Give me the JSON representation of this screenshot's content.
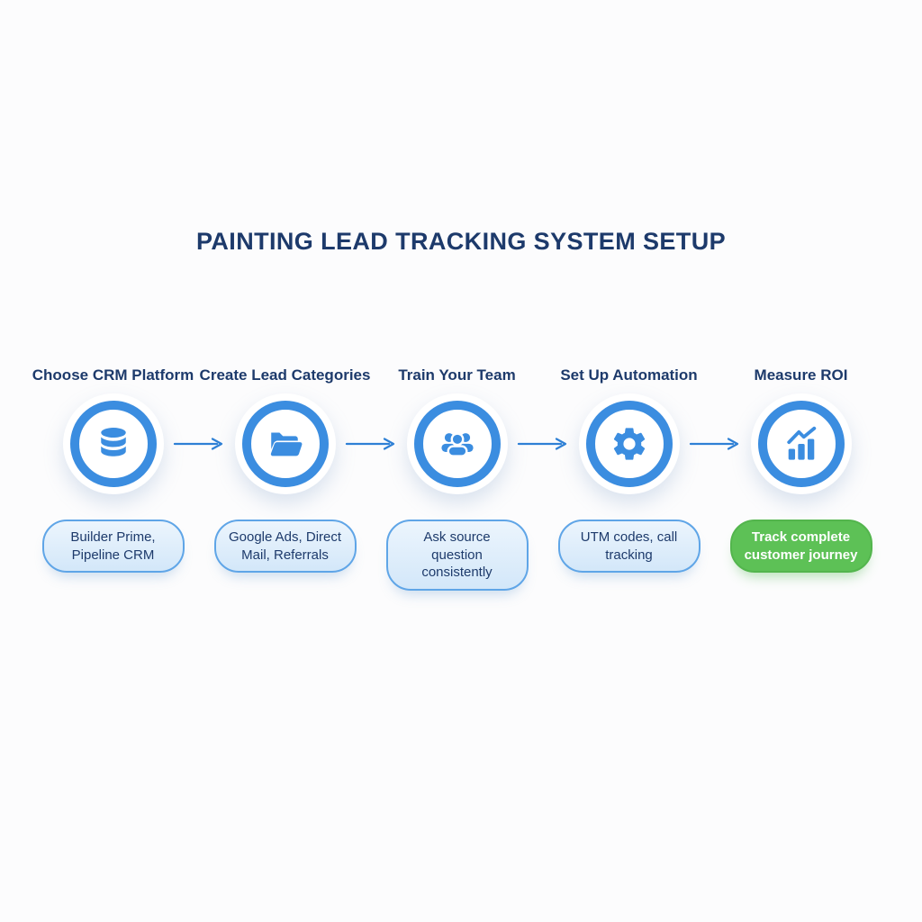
{
  "title": "PAINTING LEAD TRACKING SYSTEM SETUP",
  "steps": [
    {
      "label": "Choose CRM Platform",
      "icon": "database-icon",
      "note": "Builder Prime, Pipeline CRM",
      "note_variant": "blue"
    },
    {
      "label": "Create Lead Categories",
      "icon": "folder-icon",
      "note": "Google Ads, Direct Mail, Referrals",
      "note_variant": "blue"
    },
    {
      "label": "Train Your Team",
      "icon": "team-icon",
      "note": "Ask source question consistently",
      "note_variant": "blue"
    },
    {
      "label": "Set Up Automation",
      "icon": "gear-icon",
      "note": "UTM codes, call tracking",
      "note_variant": "blue"
    },
    {
      "label": "Measure ROI",
      "icon": "chart-icon",
      "note": "Track complete customer journey",
      "note_variant": "green"
    }
  ],
  "colors": {
    "accent_blue": "#3b8de0",
    "arrow_blue": "#2f80d5",
    "navy_text": "#1d3a6b",
    "pill_border": "#5fa5e7",
    "pill_fill_top": "#ecf5fd",
    "pill_fill_bottom": "#d3e7f9",
    "highlight_green": "#5dc156",
    "background": "#fcfcfd"
  }
}
